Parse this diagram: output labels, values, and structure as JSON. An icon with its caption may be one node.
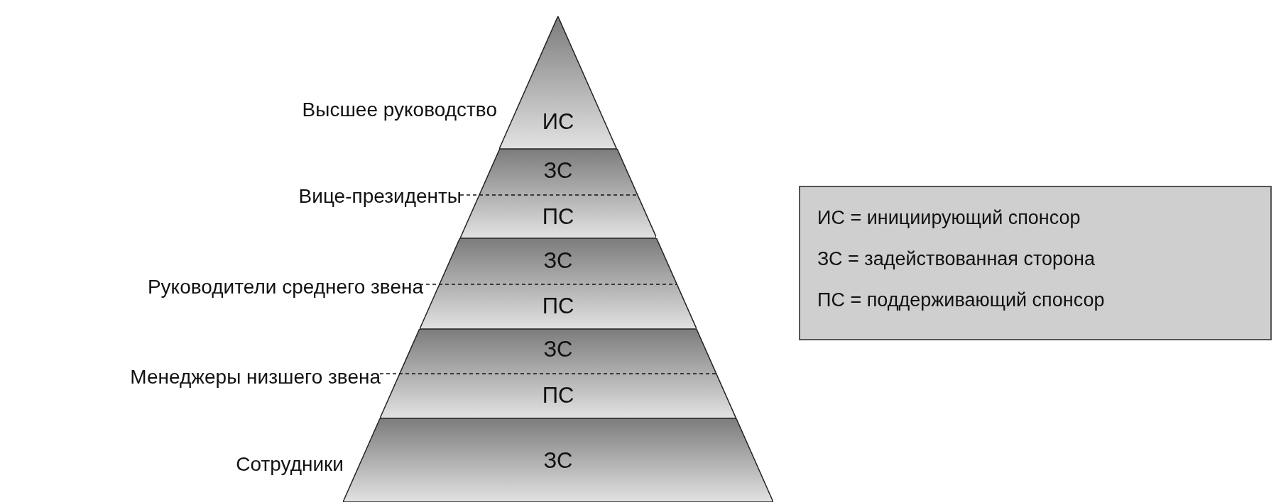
{
  "diagram": {
    "nodes": [
      {
        "text": [
          "ИС"
        ],
        "beside": [
          "Высшее руководство"
        ]
      },
      {
        "text": [
          "ЗС",
          "ПС"
        ],
        "beside": [
          "Вице-президенты"
        ]
      },
      {
        "text": [
          "ЗС",
          "ПС"
        ],
        "beside": [
          "Руководители среднего звена"
        ]
      },
      {
        "text": [
          "ЗС",
          "ПС"
        ],
        "beside": [
          "Менеджеры низшего звена"
        ]
      },
      {
        "text": [
          "ЗС"
        ],
        "beside": [
          "Сотрудники"
        ]
      },
      {
        "text": [
          "ИС = инициирующий спонсор",
          "ЗС = задействованная сторона",
          "ПС = поддерживающий спонсор"
        ]
      }
    ],
    "edges": []
  }
}
